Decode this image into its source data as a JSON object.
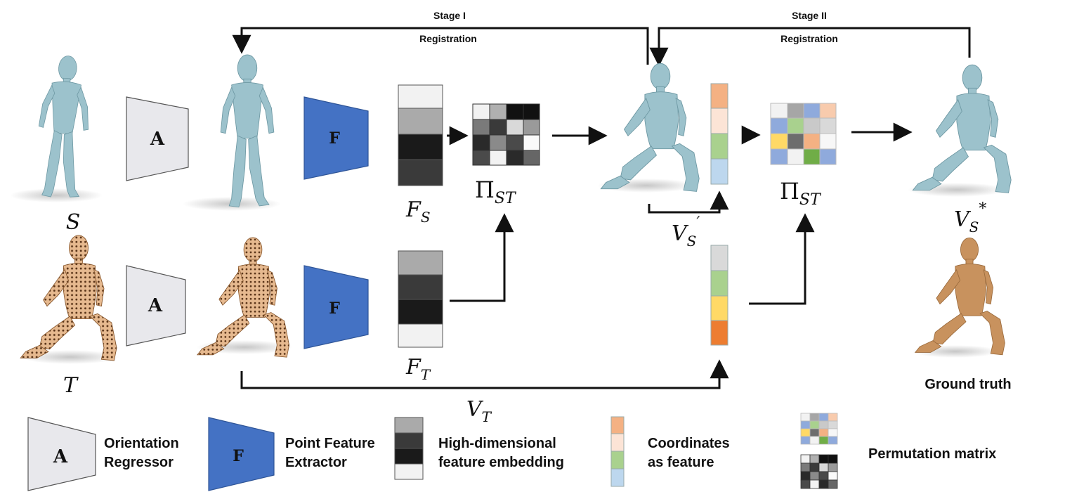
{
  "stages": {
    "stage1_title": "Stage I",
    "stage1_sub": "Registration",
    "stage2_title": "Stage II",
    "stage2_sub": "Registration"
  },
  "blocks": {
    "orientation_letter": "A",
    "feature_letter": "F"
  },
  "symbols": {
    "source": "S",
    "target": "T",
    "fs_main": "F",
    "fs_sub": "S",
    "ft_main": "F",
    "ft_sub": "T",
    "pi1_main": "Π",
    "pi1_sub": "ST",
    "pi2_main": "Π",
    "pi2_sub": "ST",
    "vsp_main": "V",
    "vsp_sub": "S",
    "vsp_sup": "′",
    "vss_main": "V",
    "vss_sub": "S",
    "vss_sup": "*",
    "vt_main": "V",
    "vt_sub": "T"
  },
  "ground_truth_label": "Ground truth",
  "legend": {
    "orientation_l1": "Orientation",
    "orientation_l2": "Regressor",
    "feature_l1": "Point Feature",
    "feature_l2": "Extractor",
    "embed_l1": "High-dimensional",
    "embed_l2": "feature embedding",
    "coords_l1": "Coordinates",
    "coords_l2": "as feature",
    "perm": "Permutation matrix"
  },
  "colors": {
    "regressor_fill": "#e8e8ec",
    "extractor_fill": "#4472c4",
    "mesh_blue": "#9cc2cc",
    "mesh_brown": "#c8925e",
    "coord_orange": "#f4b183",
    "coord_peach": "#fce4d6",
    "coord_green": "#a9d18e",
    "coord_lightblue": "#bdd7ee",
    "coord_gray": "#d9d9d9",
    "coord_yellow": "#ffd966",
    "coord_deeporange": "#ed7d31"
  }
}
